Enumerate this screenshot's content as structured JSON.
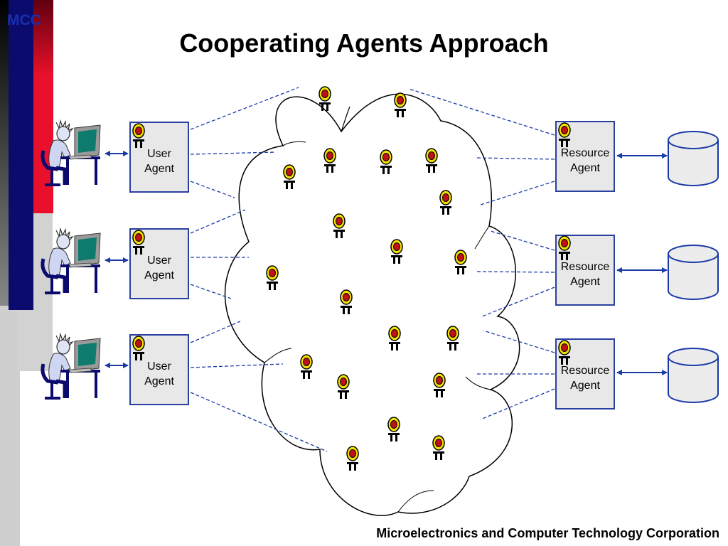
{
  "logo": "MCC",
  "title": "Cooperating Agents Approach",
  "footer": "Microelectronics and Computer Technology Corporation",
  "user_agents": [
    {
      "label": "User\nAgent"
    },
    {
      "label": "User\nAgent"
    },
    {
      "label": "User\nAgent"
    }
  ],
  "resource_agents": [
    {
      "label": "Resource\nAgent"
    },
    {
      "label": "Resource\nAgent"
    },
    {
      "label": "Resource\nAgent"
    }
  ],
  "colors": {
    "navy": "#0b0b6e",
    "red": "#e8102a",
    "gray": "#c8c8c8",
    "link": "#1a3aa8",
    "agent_head": "#f2e200",
    "agent_core": "#c0101a"
  },
  "icons": {
    "user": "person-at-computer-icon",
    "agent": "agent-robot-icon",
    "resource": "database-cylinder-icon"
  }
}
